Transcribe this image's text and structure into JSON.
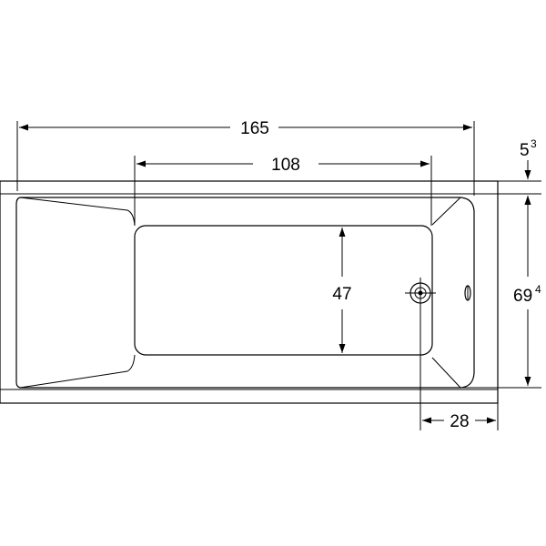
{
  "dimensions": {
    "overall_length": {
      "value": "165"
    },
    "inner_length": {
      "value": "108"
    },
    "inner_width": {
      "value": "47"
    },
    "overall_width": {
      "value": "69",
      "sup": "4"
    },
    "rim_height": {
      "value": "5",
      "sup": "3"
    },
    "drain_offset": {
      "value": "28"
    }
  },
  "icons": {
    "drain": "drain-icon",
    "overflow": "overflow-icon"
  },
  "colors": {
    "line": "#000000",
    "background": "#ffffff"
  }
}
